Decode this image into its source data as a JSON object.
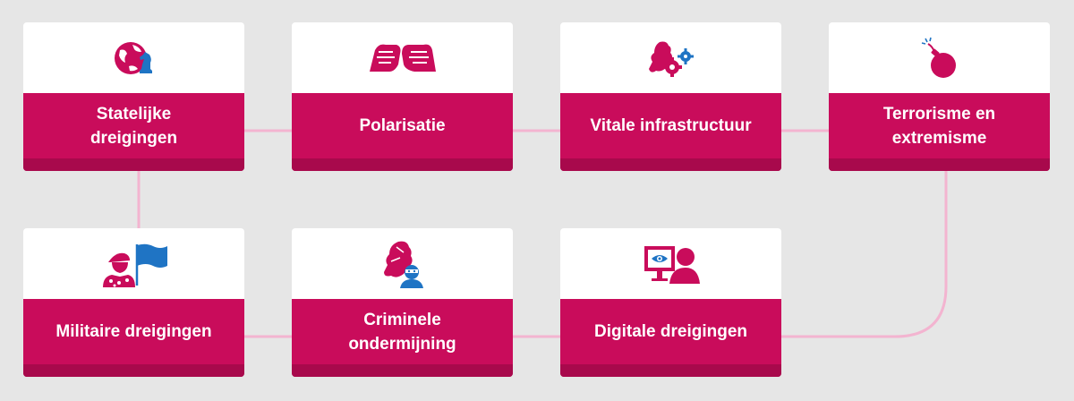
{
  "colors": {
    "background": "#e6e6e6",
    "card": "#ffffff",
    "label_fill": "#c90c5b",
    "label_shadow": "#a8094c",
    "icon_primary": "#c90c5b",
    "icon_secondary": "#1f74c4",
    "connector": "#f3b4d0"
  },
  "cards": [
    {
      "id": "statelijke",
      "label": "Statelijke\ndreigingen",
      "icon": "globe-chess-knight-icon"
    },
    {
      "id": "polarisatie",
      "label": "Polarisatie",
      "icon": "clenched-fists-icon"
    },
    {
      "id": "vitale",
      "label": "Vitale infrastructuur",
      "icon": "netherlands-gears-icon"
    },
    {
      "id": "terrorisme",
      "label": "Terrorisme en\nextremisme",
      "icon": "bomb-icon"
    },
    {
      "id": "militaire",
      "label": "Militaire dreigingen",
      "icon": "soldier-flag-icon"
    },
    {
      "id": "criminele",
      "label": "Criminele\nondermijning",
      "icon": "netherlands-masked-person-icon"
    },
    {
      "id": "digitale",
      "label": "Digitale dreigingen",
      "icon": "monitor-eye-person-icon"
    }
  ]
}
